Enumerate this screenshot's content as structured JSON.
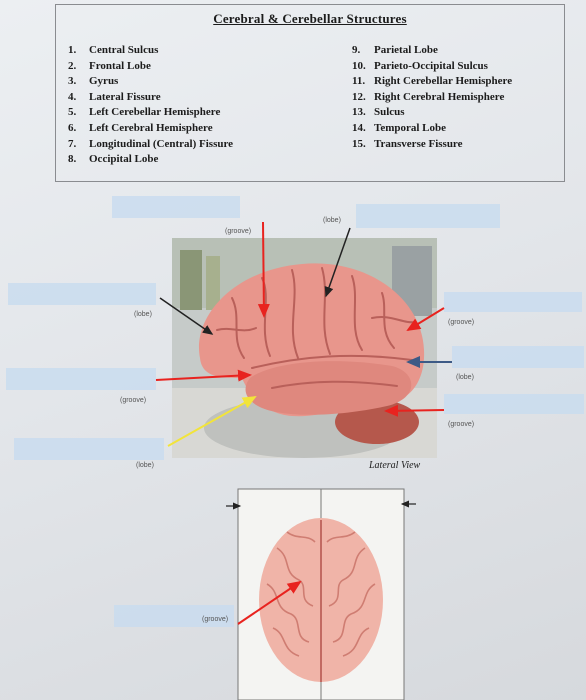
{
  "worksheet": {
    "title": "Cerebral & Cerebellar Structures",
    "left_items": [
      {
        "num": "1.",
        "text": "Central Sulcus"
      },
      {
        "num": "2.",
        "text": "Frontal Lobe"
      },
      {
        "num": "3.",
        "text": "Gyrus"
      },
      {
        "num": "4.",
        "text": "Lateral Fissure"
      },
      {
        "num": "5.",
        "text": "Left Cerebellar Hemisphere"
      },
      {
        "num": "6.",
        "text": "Left Cerebral Hemisphere"
      },
      {
        "num": "7.",
        "text": "Longitudinal (Central) Fissure"
      },
      {
        "num": "8.",
        "text": "Occipital Lobe"
      }
    ],
    "right_items": [
      {
        "num": "9.",
        "text": "Parietal Lobe"
      },
      {
        "num": "10.",
        "text": "Parieto-Occipital Sulcus"
      },
      {
        "num": "11.",
        "text": "Right Cerebellar Hemisphere"
      },
      {
        "num": "12.",
        "text": "Right Cerebral Hemisphere"
      },
      {
        "num": "13.",
        "text": "Sulcus"
      },
      {
        "num": "14.",
        "text": "Temporal Lobe"
      },
      {
        "num": "15.",
        "text": "Transverse Fissure"
      }
    ]
  },
  "diagram_labels": {
    "groove_top": "(groove)",
    "lobe_top": "(lobe)",
    "lobe_left": "(lobe)",
    "groove_left": "(groove)",
    "lobe_left_bottom": "(lobe)",
    "groove_right_top": "(groove)",
    "lobe_right": "(lobe)",
    "groove_right_bottom": "(groove)",
    "groove_bottom": "(groove)",
    "caption": "Lateral View"
  },
  "colors": {
    "answer_blank": "#c9dcee",
    "arrow_red": "#e8231f",
    "arrow_black": "#222222",
    "arrow_yellow": "#f2e43a",
    "arrow_blue": "#3d5a86"
  }
}
